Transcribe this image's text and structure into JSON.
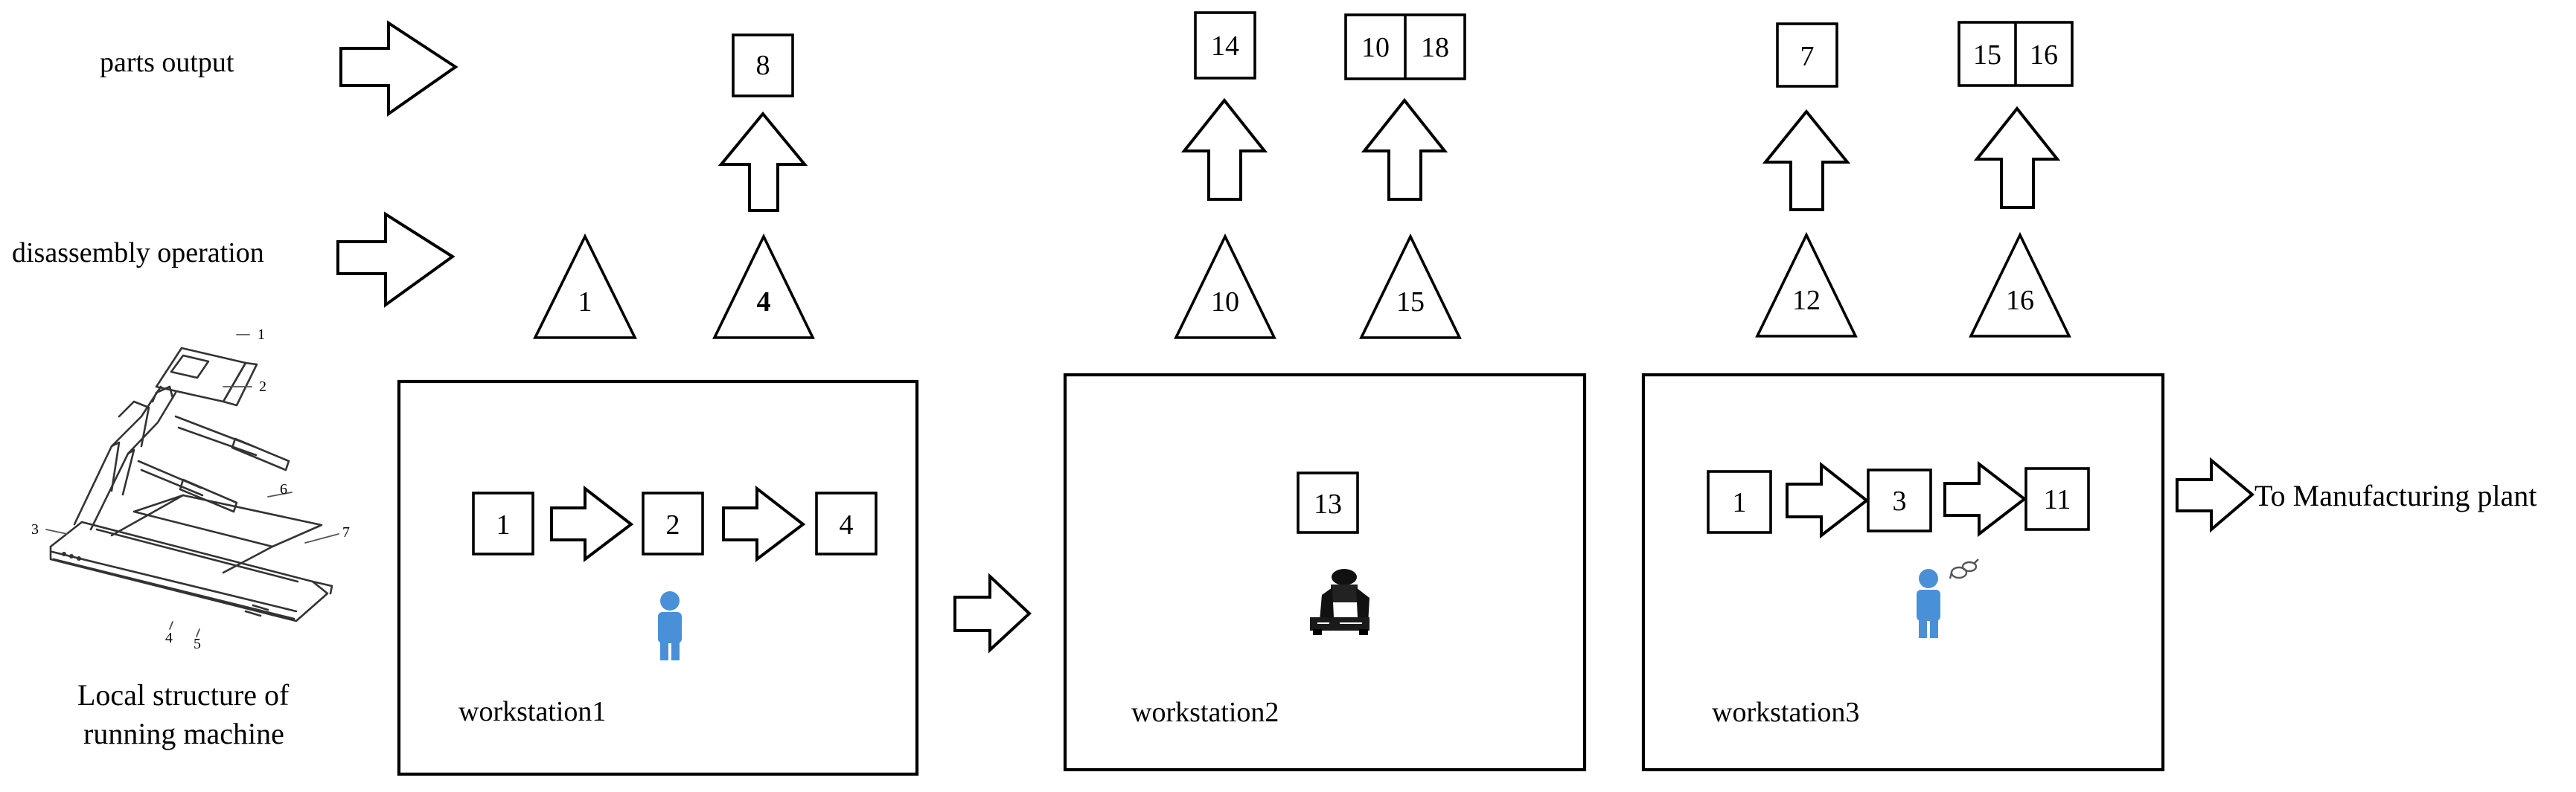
{
  "legend": {
    "parts_output": "parts output",
    "disassembly_operation": "disassembly operation"
  },
  "machine": {
    "caption_line1": "Local structure of",
    "caption_line2": "running machine",
    "callouts": [
      "1",
      "2",
      "3",
      "4",
      "5",
      "6",
      "7"
    ]
  },
  "operations": {
    "ws1": [
      "1",
      "4"
    ],
    "ws2": [
      "10",
      "15"
    ],
    "ws3": [
      "12",
      "16"
    ]
  },
  "outputs": {
    "ws1": [
      "8"
    ],
    "ws2": [
      "14",
      "10",
      "18"
    ],
    "ws3": [
      "7",
      "15",
      "16"
    ]
  },
  "workstations": [
    {
      "label": "workstation1",
      "sequence": [
        "1",
        "2",
        "4"
      ],
      "operator": "person-icon"
    },
    {
      "label": "workstation2",
      "sequence": [
        "13"
      ],
      "operator": "robot-icon"
    },
    {
      "label": "workstation3",
      "sequence": [
        "1",
        "3",
        "11"
      ],
      "operator": "person-with-tool-icon"
    }
  ],
  "destination": "To Manufacturing plant",
  "colors": {
    "person": "#4a90d9",
    "stroke": "#000000"
  }
}
